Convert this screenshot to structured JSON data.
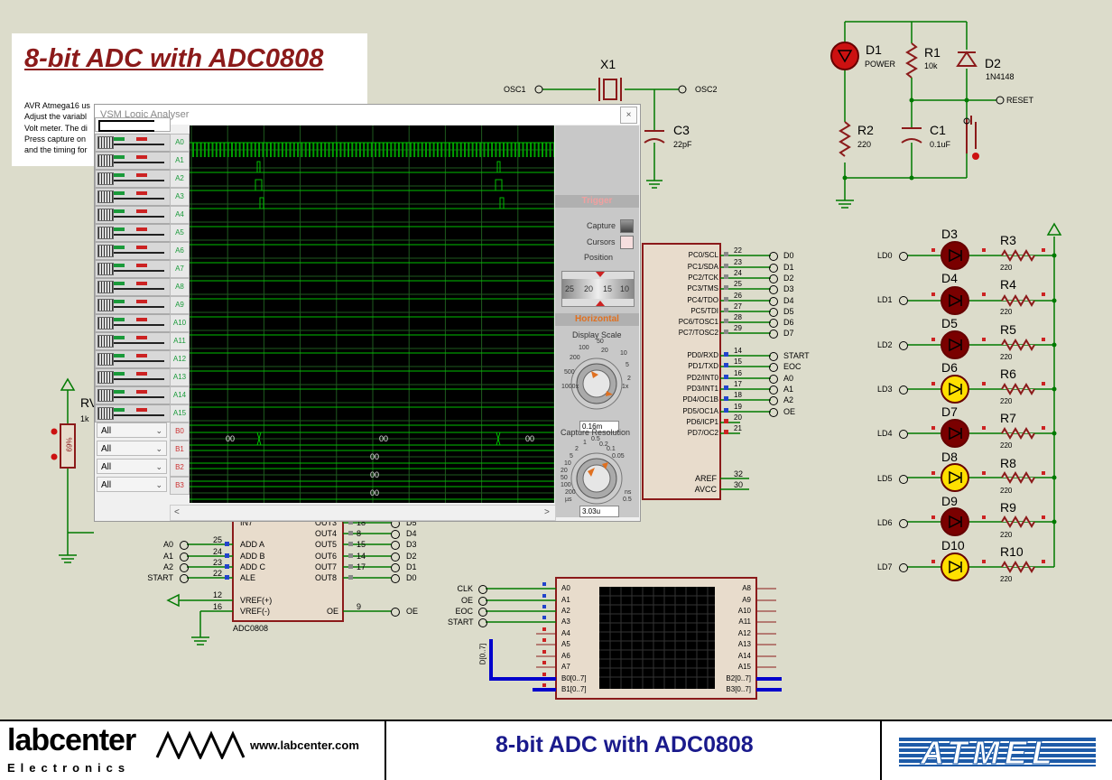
{
  "title_box": {
    "title": "8-bit ADC with ADC0808",
    "desc_lines": [
      "AVR Atmega16 us",
      "Adjust the variabl",
      "Volt meter. The di",
      "Press capture on",
      "and the timing for"
    ]
  },
  "footer": {
    "company_top": "labcenter",
    "company_bottom": "Electronics",
    "url": "www.labcenter.com",
    "title": "8-bit ADC with ADC0808",
    "logo_text": "ATMEL"
  },
  "crystal": {
    "ref": "X1",
    "osc1": "OSC1",
    "osc2": "OSC2",
    "c3_ref": "C3",
    "c3_val": "22pF"
  },
  "reset_circuit": {
    "d1_ref": "D1",
    "d1_val": "POWER",
    "r1_ref": "R1",
    "r1_val": "10k",
    "d2_ref": "D2",
    "d2_val": "1N4148",
    "r2_ref": "R2",
    "r2_val": "220",
    "c1_ref": "C1",
    "c1_val": "0.1uF",
    "reset": "RESET"
  },
  "mcu_pins": [
    {
      "name": "PC0/SCL",
      "num": "22",
      "net": "D0"
    },
    {
      "name": "PC1/SDA",
      "num": "23",
      "net": "D1"
    },
    {
      "name": "PC2/TCK",
      "num": "24",
      "net": "D2"
    },
    {
      "name": "PC3/TMS",
      "num": "25",
      "net": "D3"
    },
    {
      "name": "PC4/TDO",
      "num": "26",
      "net": "D4"
    },
    {
      "name": "PC5/TDI",
      "num": "27",
      "net": "D5"
    },
    {
      "name": "PC6/TOSC1",
      "num": "28",
      "net": "D6"
    },
    {
      "name": "PC7/TOSC2",
      "num": "29",
      "net": "D7"
    },
    {
      "name": "PD0/RXD",
      "num": "14",
      "net": "START"
    },
    {
      "name": "PD1/TXD",
      "num": "15",
      "net": "EOC"
    },
    {
      "name": "PD2/INT0",
      "num": "16",
      "net": "A0"
    },
    {
      "name": "PD3/INT1",
      "num": "17",
      "net": "A1"
    },
    {
      "name": "PD4/OC1B",
      "num": "18",
      "net": "A2"
    },
    {
      "name": "PD5/OC1A",
      "num": "19",
      "net": "OE"
    },
    {
      "name": "PD6/ICP1",
      "num": "20",
      "net": ""
    },
    {
      "name": "PD7/OC2",
      "num": "21",
      "net": ""
    }
  ],
  "mcu_power": [
    {
      "name": "AREF",
      "num": "32"
    },
    {
      "name": "AVCC",
      "num": "30"
    }
  ],
  "leds": [
    {
      "net": "LD0",
      "ref": "D3",
      "r": "R3",
      "val": "220",
      "on": false
    },
    {
      "net": "LD1",
      "ref": "D4",
      "r": "R4",
      "val": "220",
      "on": false
    },
    {
      "net": "LD2",
      "ref": "D5",
      "r": "R5",
      "val": "220",
      "on": false
    },
    {
      "net": "LD3",
      "ref": "D6",
      "r": "R6",
      "val": "220",
      "on": true
    },
    {
      "net": "LD4",
      "ref": "D7",
      "r": "R7",
      "val": "220",
      "on": false
    },
    {
      "net": "LD5",
      "ref": "D8",
      "r": "R8",
      "val": "220",
      "on": true
    },
    {
      "net": "LD6",
      "ref": "D9",
      "r": "R9",
      "val": "220",
      "on": false
    },
    {
      "net": "LD7",
      "ref": "D10",
      "r": "R10",
      "val": "220",
      "on": true
    }
  ],
  "adc": {
    "part": "ADC0808",
    "in7": "IN7",
    "outputs": [
      {
        "name": "OUT3",
        "num": "18",
        "net": "D5"
      },
      {
        "name": "OUT4",
        "num": "8",
        "net": "D4"
      },
      {
        "name": "OUT5",
        "num": "15",
        "net": "D3"
      },
      {
        "name": "OUT6",
        "num": "14",
        "net": "D2"
      },
      {
        "name": "OUT7",
        "num": "17",
        "net": "D1"
      },
      {
        "name": "OUT8",
        "num": "",
        "net": "D0"
      }
    ],
    "inputs": [
      {
        "net": "A0",
        "num": "25",
        "name": "ADD A"
      },
      {
        "net": "A1",
        "num": "24",
        "name": "ADD B"
      },
      {
        "net": "A2",
        "num": "23",
        "name": "ADD C"
      },
      {
        "net": "START",
        "num": "22",
        "name": "ALE"
      }
    ],
    "vref_plus": "VREF(+)",
    "vref_plus_num": "12",
    "vref_minus": "VREF(-)",
    "vref_minus_num": "16",
    "oe": "OE",
    "oe_num": "9",
    "oe_net": "OE"
  },
  "pot": {
    "ref": "RV",
    "val": "1k",
    "pct": "69%"
  },
  "analyser_inst": {
    "left_nets": [
      "CLK",
      "OE",
      "EOC",
      "START"
    ],
    "pins_left": [
      "A0",
      "A1",
      "A2",
      "A3",
      "A4",
      "A5",
      "A6",
      "A7",
      "B0[0..7]",
      "B1[0..7]"
    ],
    "pins_right": [
      "A8",
      "A9",
      "A10",
      "A11",
      "A12",
      "A13",
      "A14",
      "A15",
      "B2[0..7]",
      "B3[0..7]"
    ],
    "bus_label": "D[0..7]"
  },
  "vsm": {
    "title": "VSM Logic Analyser",
    "close": "×",
    "channels": [
      "A0",
      "A1",
      "A2",
      "A3",
      "A4",
      "A5",
      "A6",
      "A7",
      "A8",
      "A9",
      "A10",
      "A11",
      "A12",
      "A13",
      "A14",
      "A15"
    ],
    "bus_channels": [
      "B0",
      "B1",
      "B2",
      "B3"
    ],
    "bus_filters": [
      "All",
      "All",
      "All",
      "All"
    ],
    "bus_values": {
      "b0": [
        "00",
        "00",
        "00"
      ],
      "b1": "00",
      "b2": "00",
      "b3": "00"
    },
    "trigger_label": "Trigger",
    "capture_label": "Capture",
    "cursors_label": "Cursors",
    "position_label": "Position",
    "position_ticks": [
      "25",
      "20",
      "15",
      "10"
    ],
    "horizontal_label": "Horizontal",
    "display_scale_label": "Display Scale",
    "display_scale_ticks": [
      "50",
      "20",
      "100",
      "10",
      "200",
      "5",
      "500",
      "2",
      "1000x",
      "1x"
    ],
    "display_scale_value": "0.16m",
    "capture_res_label": "Capture Resolution",
    "capture_res_ticks": [
      "0.5",
      "0.2",
      "1",
      "0.1",
      "2",
      "0.05",
      "5",
      "10",
      "20",
      "50",
      "100",
      "200",
      "µs",
      "0.5",
      "ns"
    ],
    "capture_res_value": "3.03u",
    "scroll_left": "<",
    "scroll_right": ">"
  },
  "colors": {
    "wire": "#007a00",
    "component": "#8b1a1a",
    "trace": "#00c000",
    "led_off": "#7a0000",
    "led_on": "#ffe000",
    "bus": "#0000cc"
  }
}
